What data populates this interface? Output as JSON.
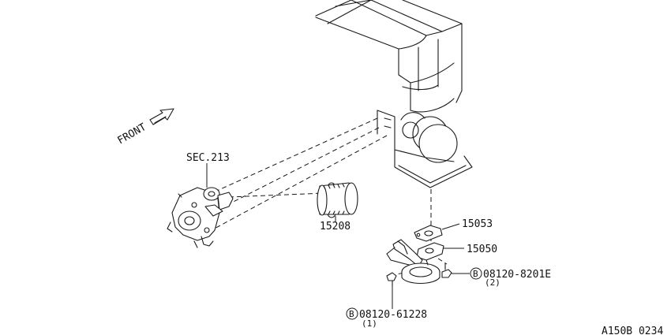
{
  "front_label": "FRONT",
  "labels": {
    "sec213": "SEC.213",
    "p15208": "15208",
    "p15053": "15053",
    "p15050": "15050",
    "bolt_upper_prefix": "B",
    "bolt_upper_code": "08120-8201E",
    "bolt_upper_qty": "(2)",
    "bolt_lower_prefix": "B",
    "bolt_lower_code": "08120-61228",
    "bolt_lower_qty": "(1)"
  },
  "diagram_code": "A150B 0234"
}
